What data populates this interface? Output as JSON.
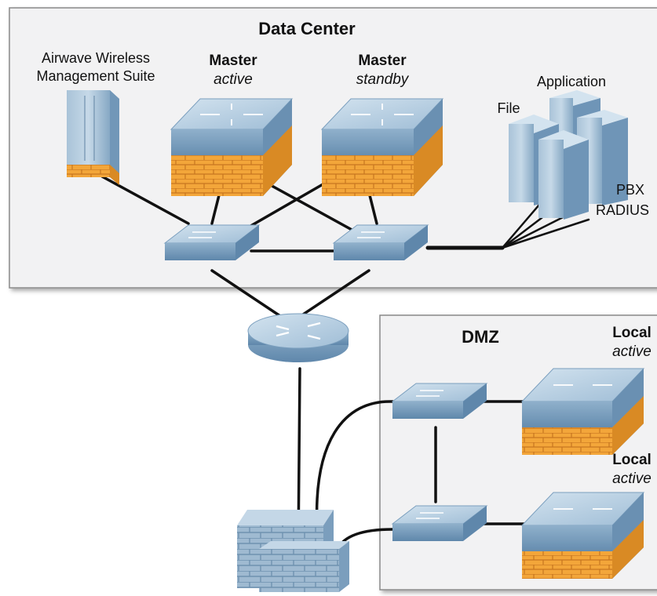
{
  "colors": {
    "panel_fill": "#f2f2f3",
    "panel_stroke": "#8a8a8a",
    "device_top": "#b9d0e2",
    "device_side": "#7fa4c3",
    "firewall_orange": "#f3a63a",
    "link": "#111111"
  },
  "data_center": {
    "title": "Data Center",
    "airwave": {
      "line1": "Airwave Wireless",
      "line2": "Management Suite",
      "icon": "server-tower-icon"
    },
    "master_active": {
      "title": "Master",
      "state": "active",
      "icon": "controller-firewall-icon"
    },
    "master_standby": {
      "title": "Master",
      "state": "standby",
      "icon": "controller-firewall-icon"
    },
    "servers": {
      "application": "Application",
      "file": "File",
      "pbx": "PBX",
      "radius": "RADIUS",
      "icon": "server-cluster-icon"
    },
    "switches": [
      "switch-icon",
      "switch-icon"
    ]
  },
  "core": {
    "router_icon": "router-icon",
    "firewall_icon": "brick-firewall-icon"
  },
  "dmz": {
    "title": "DMZ",
    "local_top": {
      "title": "Local",
      "state": "active",
      "icon": "controller-firewall-icon"
    },
    "local_bottom": {
      "title": "Local",
      "state": "active",
      "icon": "controller-firewall-icon"
    },
    "switches": [
      "switch-icon",
      "switch-icon"
    ]
  }
}
